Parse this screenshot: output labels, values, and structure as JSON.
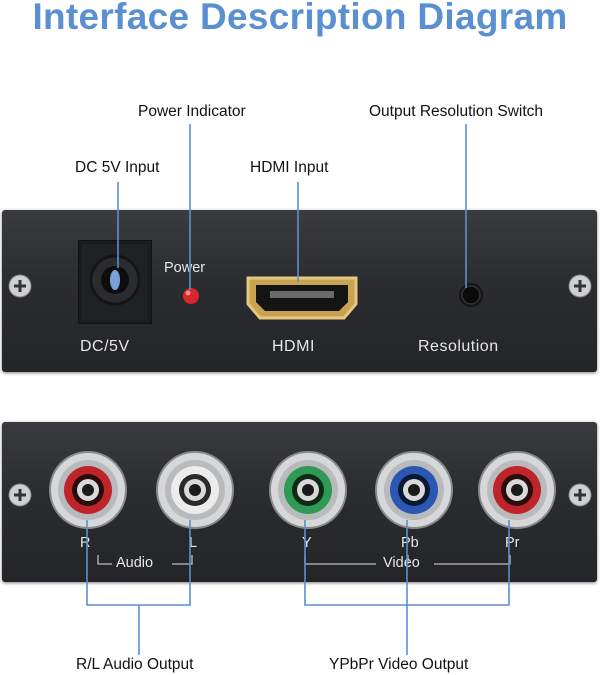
{
  "title": "Interface Description Diagram",
  "callouts": {
    "power_indicator": "Power Indicator",
    "output_resolution_switch": "Output Resolution Switch",
    "dc_input": "DC 5V Input",
    "hdmi_input": "HDMI Input"
  },
  "top_panel": {
    "dc_label": "DC/5V",
    "power_label": "Power",
    "hdmi_label": "HDMI",
    "resolution_label": "Resolution"
  },
  "bottom_panel": {
    "ports": [
      "R",
      "L",
      "Y",
      "Pb",
      "Pr"
    ],
    "audio_group": "Audio",
    "video_group": "Video"
  },
  "outputs": {
    "audio": "R/L Audio Output",
    "video": "YPbPr Video Output"
  },
  "colors": {
    "title": "#5a8fd2",
    "leader_lines": "#5a8fd2",
    "rca_red": "#c0242b",
    "rca_white": "#e8e8e8",
    "rca_green": "#2e9a55",
    "rca_blue": "#2a57b4",
    "power_led": "#d9262b",
    "hdmi_gold": "#d8b25a"
  }
}
